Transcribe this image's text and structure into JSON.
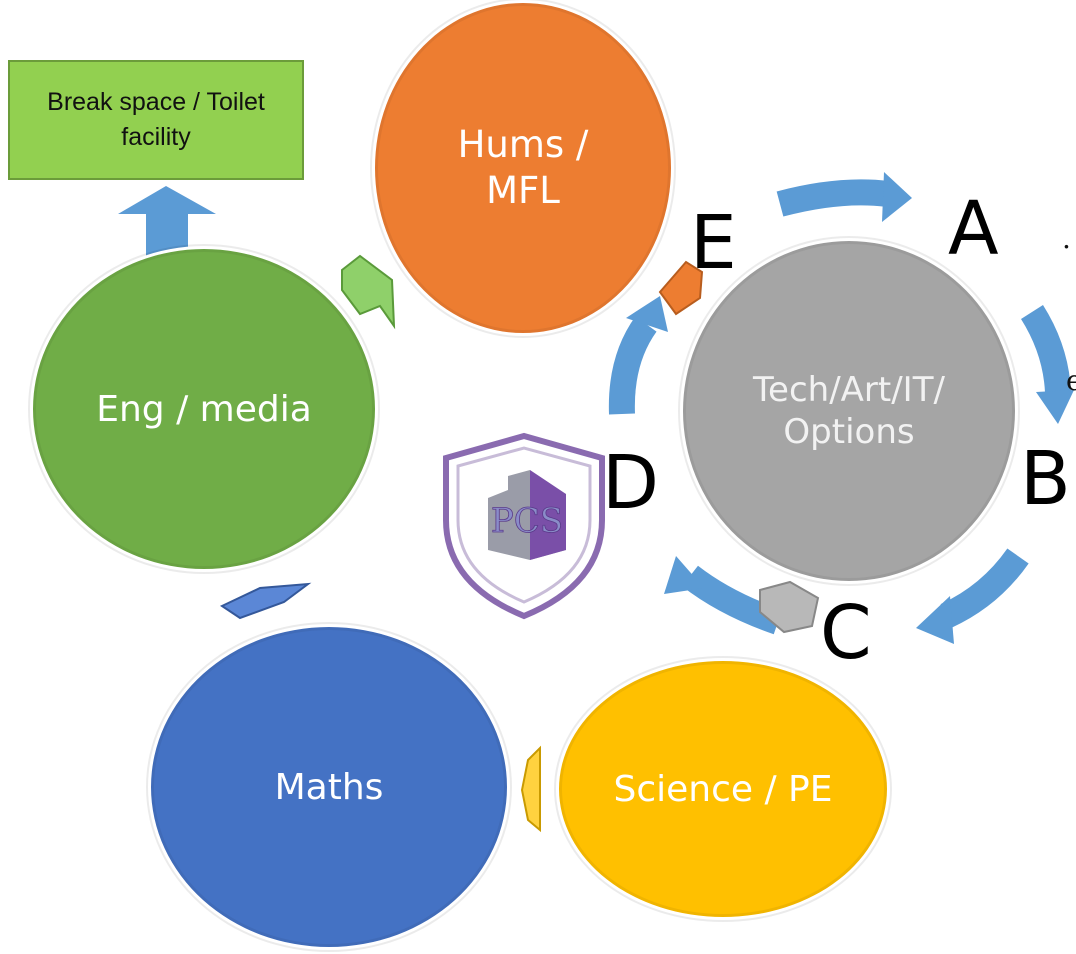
{
  "circles": {
    "hums": "Hums /\nMFL",
    "eng": "Eng / media",
    "maths": "Maths",
    "science": "Science / PE",
    "tech": "Tech/Art/IT/\nOptions"
  },
  "break_box": "Break space / Toilet facility",
  "letters": {
    "a": "A",
    "b": "B",
    "c": "C",
    "d": "D",
    "e": "E"
  },
  "logo": {
    "text": "PCS"
  },
  "stray": {
    "s1": ".",
    "s2": "e"
  },
  "colors": {
    "hums": "#ed7d31",
    "eng": "#70ad47",
    "maths": "#4472c4",
    "science": "#ffc000",
    "tech": "#a5a5a5",
    "break_box": "#92d050",
    "cycle_arrow": "#5b9bd5",
    "logo_purple": "#7a4fa8"
  }
}
